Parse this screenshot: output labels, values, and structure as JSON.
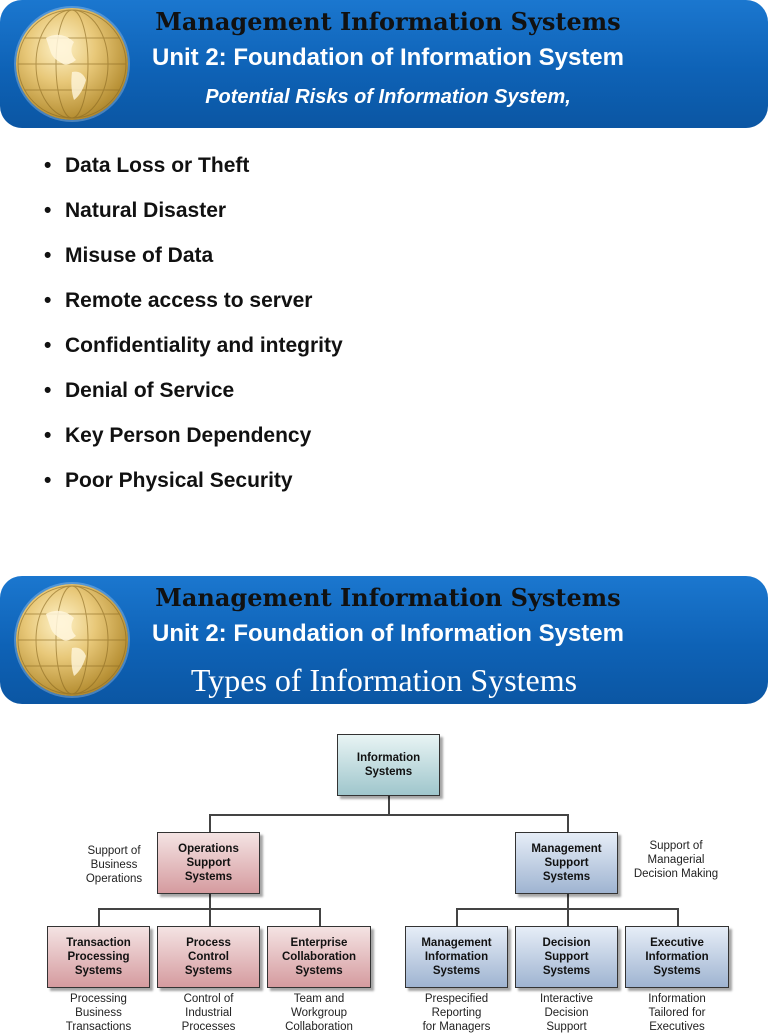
{
  "slide1": {
    "title": "Management Information Systems",
    "unit": "Unit 2: Foundation of Information System",
    "subtitle": "Potential Risks of Information System,",
    "bullets": [
      "Data Loss or Theft",
      "Natural Disaster",
      "Misuse of Data",
      "Remote access to server",
      "Confidentiality and integrity",
      "Denial of Service",
      "Key Person Dependency",
      "Poor Physical Security"
    ]
  },
  "slide2": {
    "title": "Management Information Systems",
    "unit": "Unit 2: Foundation of Information System",
    "subtitle": "Types of Information Systems"
  },
  "diagram": {
    "root": "Information\nSystems",
    "ops": "Operations\nSupport\nSystems",
    "ops_note": "Support of\nBusiness\nOperations",
    "mgmt": "Management\nSupport\nSystems",
    "mgmt_note": "Support of\nManagerial\nDecision Making",
    "ops_children": [
      {
        "label": "Transaction\nProcessing\nSystems",
        "caption": "Processing\nBusiness\nTransactions"
      },
      {
        "label": "Process\nControl\nSystems",
        "caption": "Control of\nIndustrial\nProcesses"
      },
      {
        "label": "Enterprise\nCollaboration\nSystems",
        "caption": "Team and\nWorkgroup\nCollaboration"
      }
    ],
    "mgmt_children": [
      {
        "label": "Management\nInformation\nSystems",
        "caption": "Prespecified\nReporting\nfor Managers"
      },
      {
        "label": "Decision\nSupport\nSystems",
        "caption": "Interactive\nDecision\nSupport"
      },
      {
        "label": "Executive\nInformation\nSystems",
        "caption": "Information\nTailored for\nExecutives"
      }
    ]
  },
  "colors": {
    "banner": "#0e62b6",
    "root_box": "#9fc6cc",
    "ops_boxes": "#d59b9f",
    "mgmt_boxes": "#9fb4d1"
  }
}
